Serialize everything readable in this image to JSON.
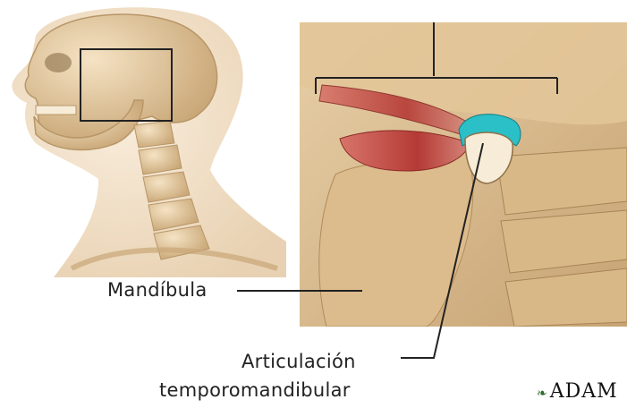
{
  "labels": {
    "mandible": "Mandíbula",
    "tmj_line1": "Articulación",
    "tmj_line2": "temporomandibular"
  },
  "logo": {
    "text": "ADAM",
    "icon": "leaf-icon"
  },
  "colors": {
    "bone": "#e6caa0",
    "bone_dark": "#b89668",
    "skin": "#efdcc0",
    "muscle": "#c0463f",
    "cartilage": "#2bbfc7",
    "line": "#333333"
  }
}
